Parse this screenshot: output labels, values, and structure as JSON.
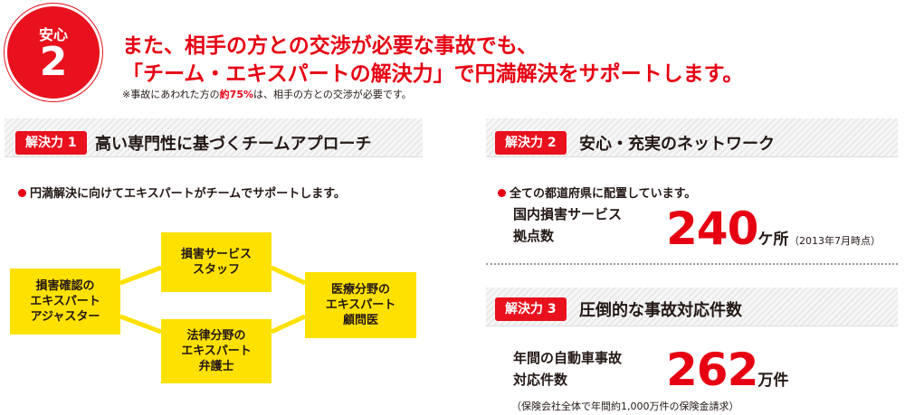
{
  "badge": {
    "label": "安心",
    "number": "2"
  },
  "headline": {
    "line1": "また、相手の方との交渉が必要な事故でも、",
    "line2": "「チーム・エキスパートの解決力」で円満解決をサポートします。"
  },
  "footnote": {
    "prefix": "※事故にあわれた方の",
    "emphasis": "約75%",
    "suffix": "は、相手の方との交渉が必要です。"
  },
  "solution1": {
    "tag": "解決力 1",
    "title": "高い専門性に基づくチームアプローチ",
    "bullet": "円満解決に向けてエキスパートがチームでサポートします。",
    "diagram": {
      "left": "損害確認の\nエキスパート\nアジャスター",
      "top": "損害サービス\nスタッフ",
      "bottom": "法律分野の\nエキスパート\n弁護士",
      "right": "医療分野の\nエキスパート\n顧問医"
    }
  },
  "solution2": {
    "tag": "解決力 2",
    "title": "安心・充実のネットワーク",
    "bullet": "全ての都道府県に配置しています。",
    "label": "国内損害サービス\n拠点数",
    "value": "240",
    "unit": "ケ所",
    "note": "（2013年7月時点）"
  },
  "solution3": {
    "tag": "解決力 3",
    "title": "圧倒的な事故対応件数",
    "label": "年間の自動車事故\n対応件数",
    "value": "262",
    "unit": "万件",
    "note": "（保険会社全体で年間約1,000万件の保険金請求）"
  },
  "colors": {
    "accent_red": "#e60012",
    "diagram_yellow": "#ffe100"
  }
}
